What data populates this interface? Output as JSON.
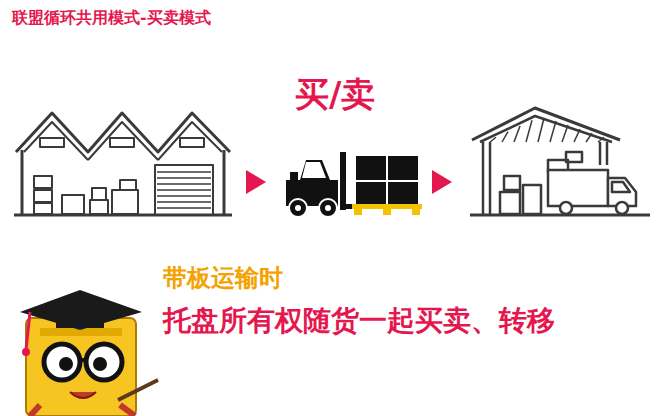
{
  "diagram": {
    "title": "联盟循环共用模式-买卖模式",
    "labels": [
      "买/卖",
      "带板运输时",
      "托盘所有权随货一起买卖、转移"
    ]
  }
}
